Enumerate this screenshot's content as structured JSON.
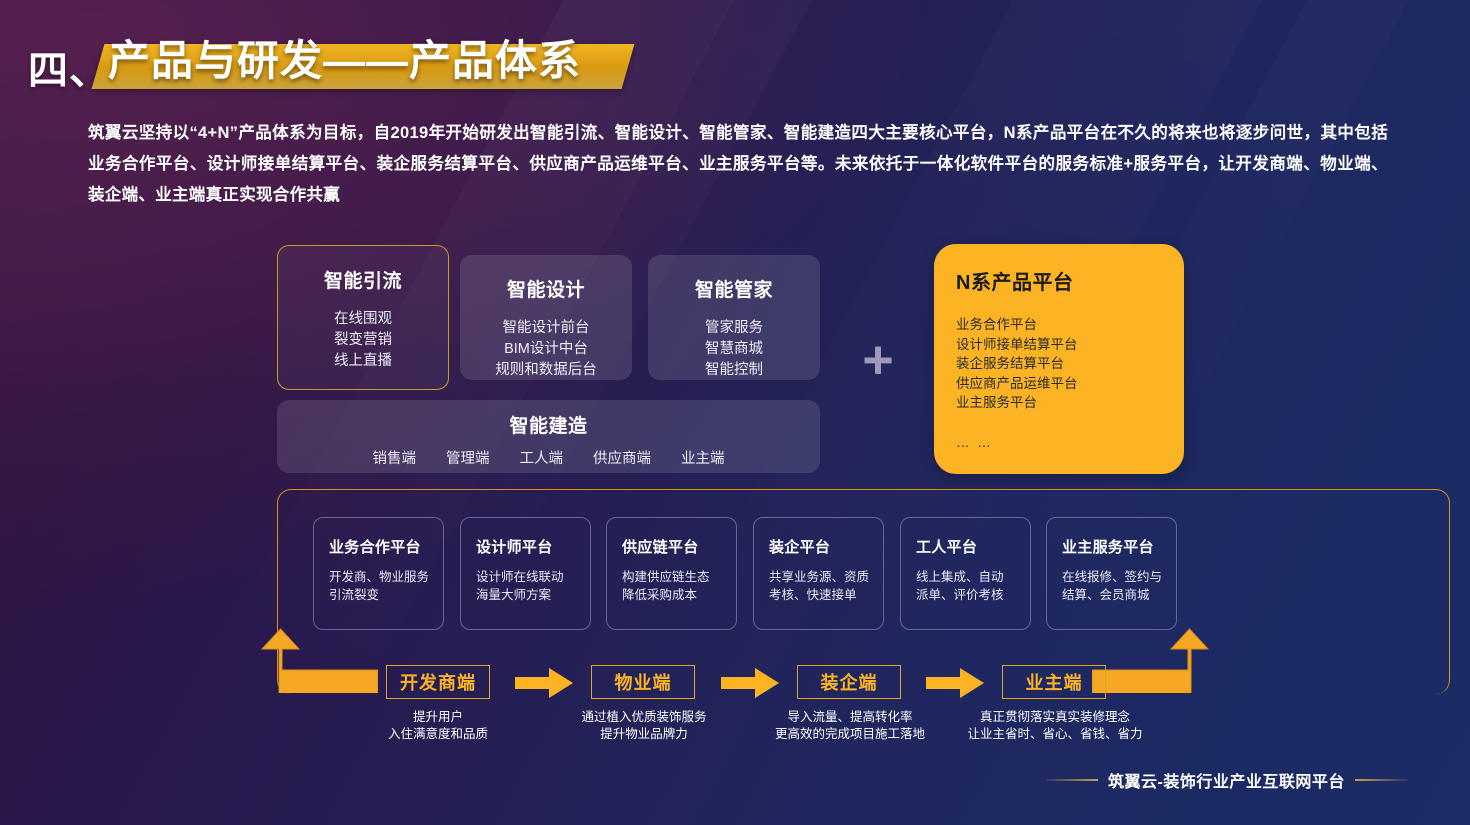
{
  "title": {
    "number": "四、",
    "main": "产品与研发——产品体系"
  },
  "paragraph": "筑翼云坚持以“4+N”产品体系为目标，自2019年开始研发出智能引流、智能设计、智能管家、智能建造四大主要核心平台，N系产品平台在不久的将来也将逐步问世，其中包括业务合作平台、设计师接单结算平台、装企服务结算平台、供应商产品运维平台、业主服务平台等。未来依托于一体化软件平台的服务标准+服务平台，让开发商端、物业端、装企端、业主端真正实现合作共赢",
  "core_cards": [
    {
      "title": "智能引流",
      "body": "在线围观\n裂变营销\n线上直播"
    },
    {
      "title": "智能设计",
      "body": "智能设计前台\nBIM设计中台\n规则和数据后台"
    },
    {
      "title": "智能管家",
      "body": "管家服务\n智慧商城\n智能控制"
    }
  ],
  "build_card": {
    "title": "智能建造",
    "tags": [
      "销售端",
      "管理端",
      "工人端",
      "供应商端",
      "业主端"
    ]
  },
  "plus_symbol": "+",
  "n_series": {
    "title": "N系产品平台",
    "items": "业务合作平台\n设计师接单结算平台\n装企服务结算平台\n供应商产品运维平台\n业主服务平台",
    "dots": "… …"
  },
  "platform_cards": [
    {
      "title": "业务合作平台",
      "body": "开发商、物业服务\n引流裂变"
    },
    {
      "title": "设计师平台",
      "body": "设计师在线联动\n海量大师方案"
    },
    {
      "title": "供应链平台",
      "body": "构建供应链生态\n降低采购成本"
    },
    {
      "title": "装企平台",
      "body": "共享业务源、资质\n考核、快速接单"
    },
    {
      "title": "工人平台",
      "body": "线上集成、自动\n派单、评价考核"
    },
    {
      "title": "业主服务平台",
      "body": "在线报修、签约与\n结算、会员商城"
    }
  ],
  "flow": [
    {
      "label": "开发商端",
      "caption": "提升用户\n入住满意度和品质"
    },
    {
      "label": "物业端",
      "caption": "通过植入优质装饰服务\n提升物业品牌力"
    },
    {
      "label": "装企端",
      "caption": "导入流量、提高转化率\n更高效的完成项目施工落地"
    },
    {
      "label": "业主端",
      "caption": "真正贯彻落实真实装修理念\n让业主省时、省心、省钱、省力"
    }
  ],
  "footer": {
    "text": "筑翼云-装饰行业产业互联网平台"
  },
  "colors": {
    "accent_orange": "#fcb424",
    "frame_orange": "#e08d1c",
    "gold": "#c9a04a",
    "bg_purple": "#3a1342",
    "bg_navy": "#1b2c66"
  }
}
